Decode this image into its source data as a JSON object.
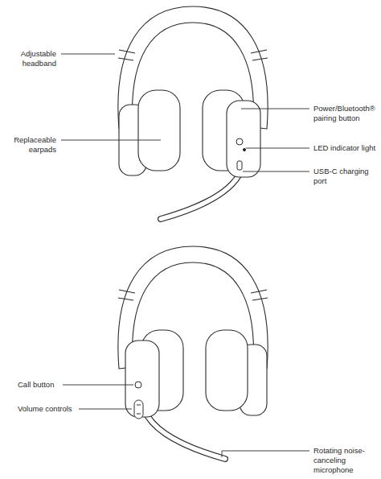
{
  "diagram": {
    "labels": [
      "Adjustable headband",
      "Replaceable earpads",
      "Power/Bluetooth® pairing button",
      "LED indicator light",
      "USB-C charging port",
      "Call button",
      "Volume controls",
      "Rotating noise-canceling microphone"
    ]
  }
}
